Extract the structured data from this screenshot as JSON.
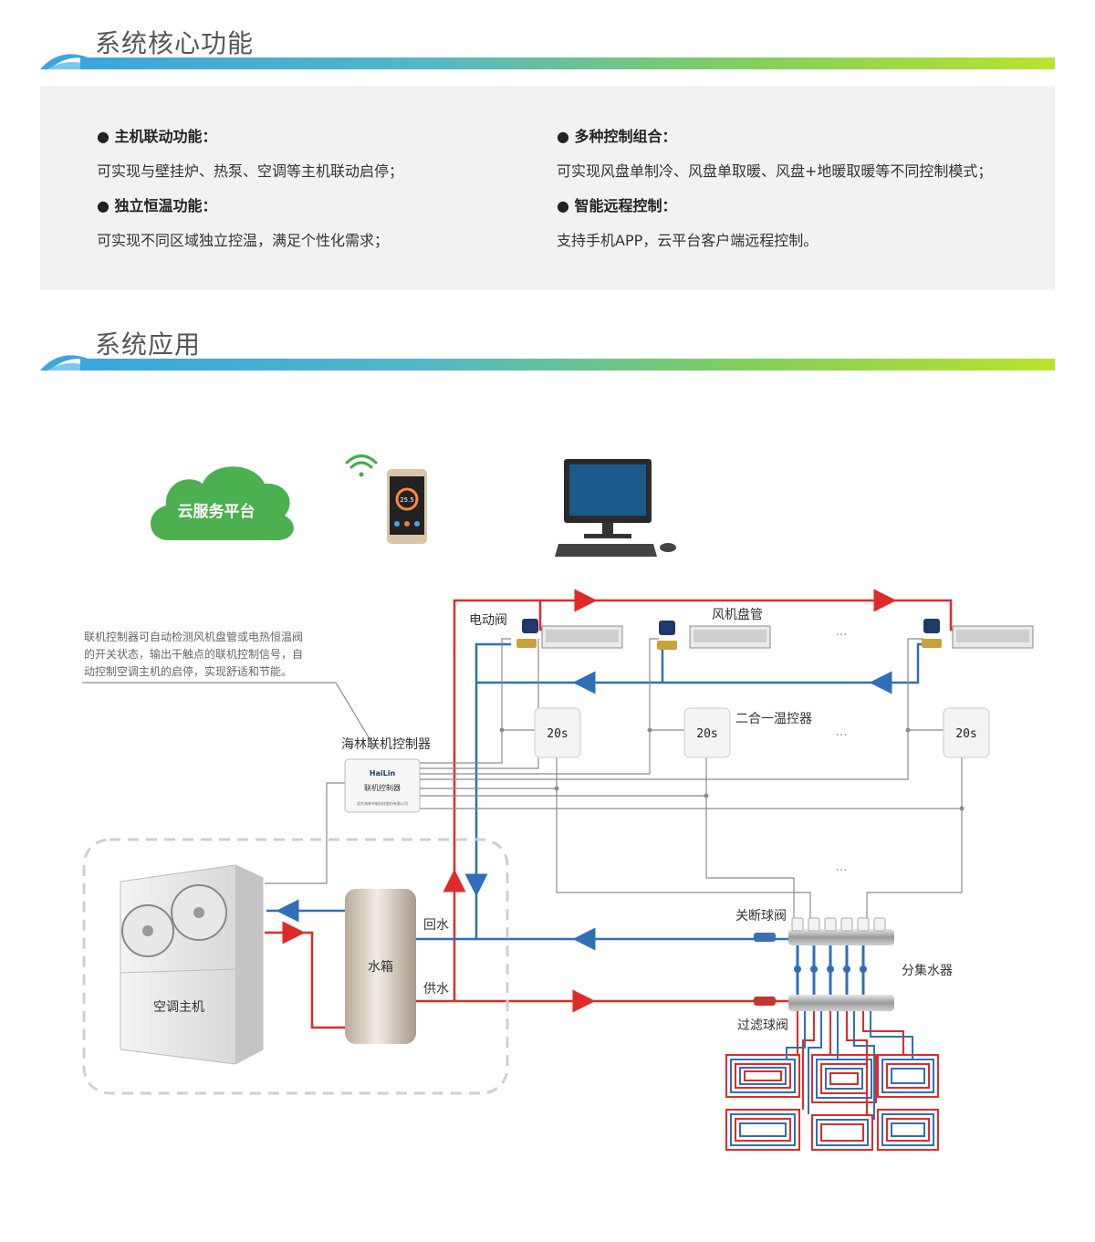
{
  "sections": {
    "core_title": "系统核心功能",
    "app_title": "系统应用"
  },
  "features": [
    {
      "title": "● 主机联动功能：",
      "desc": "可实现与壁挂炉、热泵、空调等主机联动启停；"
    },
    {
      "title": "● 独立恒温功能：",
      "desc": "可实现不同区域独立控温，满足个性化需求；"
    },
    {
      "title": "● 多种控制组合：",
      "desc": "可实现风盘单制冷、风盘单取暖、风盘+地暖取暖等不同控制模式；"
    },
    {
      "title": "● 智能远程控制：",
      "desc": "支持手机APP，云平台客户端远程控制。"
    }
  ],
  "diagram": {
    "cloud": "云服务平台",
    "electric_valve": "电动阀",
    "fan_coil": "风机盘管",
    "thermostat": "二合一温控器",
    "controller": "海林联机控制器",
    "controller_brand": "HaiLin",
    "controller_name": "联机控制器",
    "controller_company": "北京海林节能科技股份有限公司",
    "note_lines": [
      "联机控制器可自动检测风机盘管或电热恒温阀",
      "的开关状态，输出干触点的联机控制信号，自",
      "动控制空调主机的启停，实现舒适和节能。"
    ],
    "ac_unit": "空调主机",
    "water_tank": "水箱",
    "return_water": "回水",
    "supply_water": "供水",
    "shutoff_valve": "关断球阀",
    "manifold": "分集水器",
    "filter_valve": "过滤球阀",
    "thermostat_display": "20s",
    "phone_display": "25.5",
    "ellipsis": "···"
  },
  "colors": {
    "supply": "#e02a2a",
    "return": "#2f6fb8",
    "signal": "#8c8c8c",
    "cloud": "#4caf50"
  }
}
